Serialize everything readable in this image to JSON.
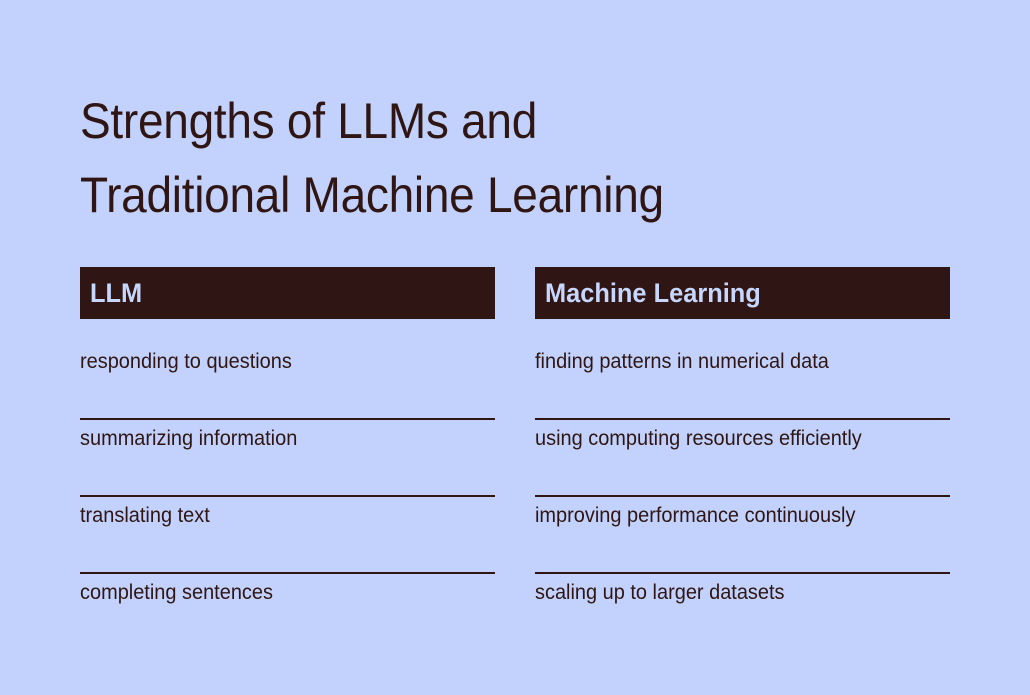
{
  "slide": {
    "title": "Strengths of LLMs and\nTraditional Machine Learning",
    "background_color": "#C2D2FC",
    "accent_color": "#2F1614",
    "header_text_color": "#C7D6FC"
  },
  "columns": [
    {
      "header": "LLM",
      "items": [
        "responding to questions",
        "summarizing information",
        "translating text",
        "completing sentences"
      ]
    },
    {
      "header": "Machine Learning",
      "items": [
        "finding patterns in numerical data",
        "using computing resources efficiently",
        "improving performance continuously",
        "scaling up to larger datasets"
      ]
    }
  ]
}
